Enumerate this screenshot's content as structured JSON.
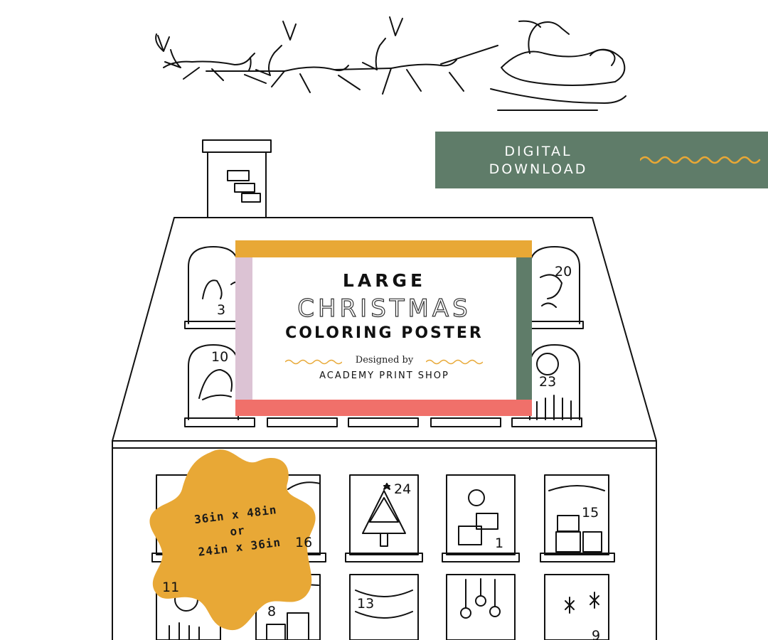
{
  "banner": {
    "line1": "DIGITAL",
    "line2": "DOWNLOAD",
    "color": "#5f7c69",
    "wave_color": "#e8a836"
  },
  "card": {
    "title_line1": "LARGE",
    "title_line2": "CHRISTMAS",
    "title_line3": "COLORING POSTER",
    "designed_by": "Designed by",
    "shop_name": "ACADEMY PRINT SHOP",
    "colors": {
      "top": "#e8a836",
      "left": "#dcc3d4",
      "right": "#5f7c69",
      "bottom": "#f0706a"
    }
  },
  "badge": {
    "line1": "36in x 48in",
    "line2": "or",
    "line3": "24in x 36in",
    "color": "#e8a836"
  },
  "window_numbers": {
    "n3": "3",
    "n20": "20",
    "n10": "10",
    "n23": "23",
    "n16": "16",
    "n24": "24",
    "n1": "1",
    "n15": "15",
    "n11": "11",
    "n8": "8",
    "n13": "13",
    "n9": "9"
  }
}
